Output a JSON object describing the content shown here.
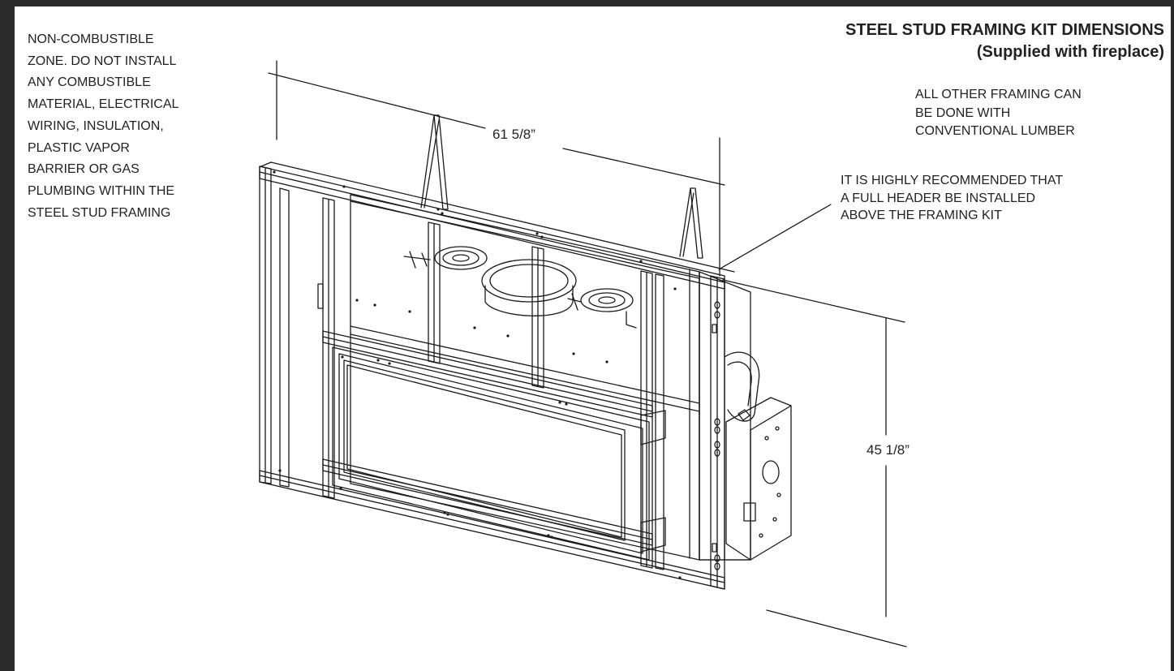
{
  "title": {
    "line1": "STEEL STUD FRAMING KIT DIMENSIONS",
    "line2": "(Supplied with fireplace)"
  },
  "notes": {
    "warning_lines": [
      "NON-COMBUSTIBLE",
      "ZONE. DO NOT INSTALL",
      "ANY COMBUSTIBLE",
      "MATERIAL, ELECTRICAL",
      "WIRING, INSULATION,",
      "PLASTIC VAPOR",
      "BARRIER OR GAS",
      "PLUMBING WITHIN THE",
      "STEEL STUD FRAMING"
    ],
    "framing_lines": [
      "ALL OTHER FRAMING CAN",
      "BE DONE WITH",
      "CONVENTIONAL LUMBER"
    ],
    "header_lines": [
      "IT IS HIGHLY RECOMMENDED THAT",
      "A FULL HEADER BE INSTALLED",
      "ABOVE THE FRAMING KIT"
    ]
  },
  "dimensions": {
    "width": "61 5/8”",
    "height": "45 1/8”"
  },
  "colors": {
    "border": "#2b2b2b",
    "line": "#1a1a1a"
  }
}
